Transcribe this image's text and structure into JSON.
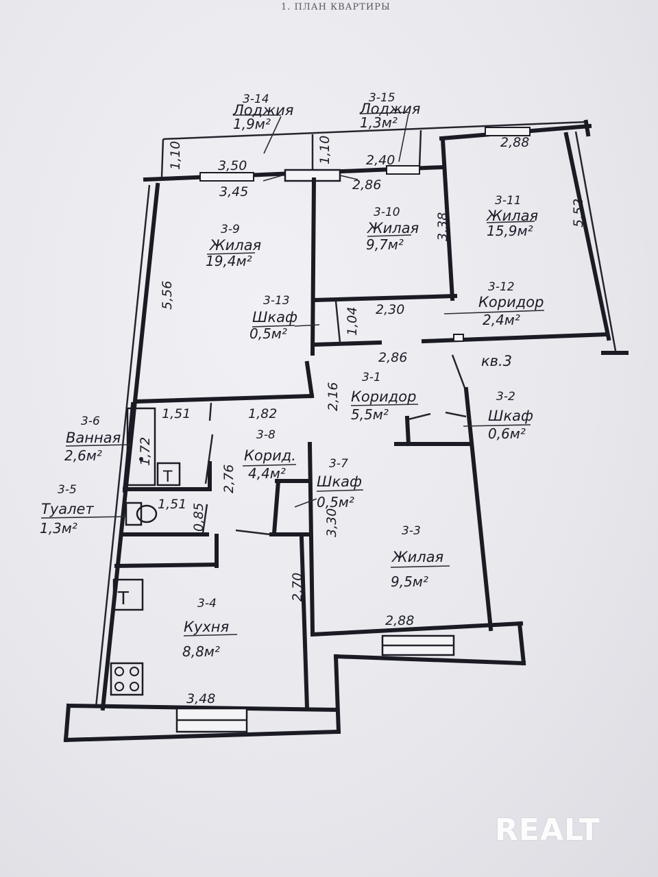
{
  "header": {
    "title": "1. ПЛАН КВАРТИРЫ"
  },
  "apartment_label": "кв.3",
  "rooms": {
    "r1": {
      "num": "3-1",
      "name": "Коридор",
      "area": "5,5м²"
    },
    "r2": {
      "num": "3-2",
      "name": "Шкаф",
      "area": "0,6м²"
    },
    "r3": {
      "num": "3-3",
      "name": "Жилая",
      "area": "9,5м²"
    },
    "r4": {
      "num": "3-4",
      "name": "Кухня",
      "area": "8,8м²"
    },
    "r5": {
      "num": "3-5",
      "name": "Туалет",
      "area": "1,3м²"
    },
    "r6": {
      "num": "3-6",
      "name": "Ванная",
      "area": "2,6м²"
    },
    "r7": {
      "num": "3-7",
      "name": "Шкаф",
      "area": "0,5м²"
    },
    "r8": {
      "num": "3-8",
      "name": "Корид.",
      "area": "4,4м²"
    },
    "r9": {
      "num": "3-9",
      "name": "Жилая",
      "area": "19,4м²"
    },
    "r10": {
      "num": "3-10",
      "name": "Жилая",
      "area": "9,7м²"
    },
    "r11": {
      "num": "3-11",
      "name": "Жилая",
      "area": "15,9м²"
    },
    "r12": {
      "num": "3-12",
      "name": "Коридор",
      "area": "2,4м²"
    },
    "r13": {
      "num": "3-13",
      "name": "Шкаф",
      "area": "0,5м²"
    },
    "r14": {
      "num": "3-14",
      "name": "Лоджия",
      "area": "1,9м²"
    },
    "r15": {
      "num": "3-15",
      "name": "Лоджия",
      "area": "1,3м²"
    }
  },
  "dims": {
    "d1": "1,10",
    "d2": "3,50",
    "d3": "3,45",
    "d4": "1,10",
    "d5": "2,40",
    "d6": "2,86",
    "d7": "2,88",
    "d8": "5,52",
    "d9": "3,38",
    "d10": "5,56",
    "d11": "1,04",
    "d12": "2,30",
    "d13": "2,86",
    "d14": "2,16",
    "d15": "1,51",
    "d16": "1,82",
    "d17": "1,72",
    "d18": "2,76",
    "d19": "1,51",
    "d20": "0,85",
    "d21": "3,30",
    "d22": "2,70",
    "d23": "2,88",
    "d24": "3,48"
  },
  "watermark": {
    "text": "REALT"
  }
}
